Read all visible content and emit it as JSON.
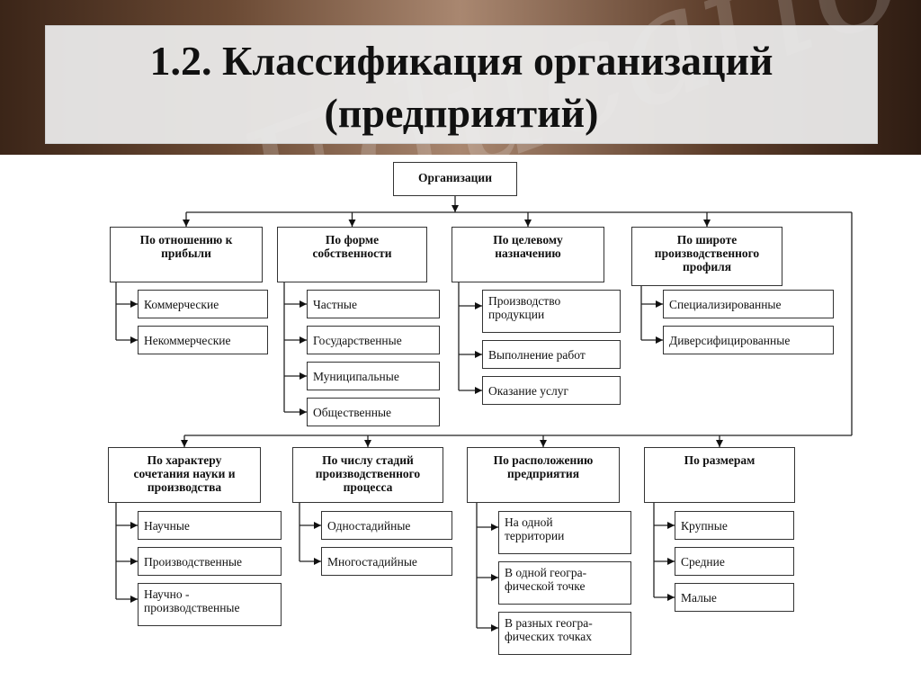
{
  "title": {
    "line1": "1.2. Классификация организаций",
    "line2": "(предприятий)",
    "watermark": "Education"
  },
  "root": {
    "label": "Организации"
  },
  "categories": [
    {
      "title": [
        "По отношению к",
        "прибыли"
      ],
      "items": [
        [
          "Коммерческие"
        ],
        [
          "Некоммерческие"
        ]
      ]
    },
    {
      "title": [
        "По форме",
        "собственности"
      ],
      "items": [
        [
          "Частные"
        ],
        [
          "Государственные"
        ],
        [
          "Муниципальные"
        ],
        [
          "Общественные"
        ]
      ]
    },
    {
      "title": [
        "По целевому",
        "назначению"
      ],
      "items": [
        [
          "Производство",
          "продукции"
        ],
        [
          "Выполнение работ"
        ],
        [
          "Оказание услуг"
        ]
      ]
    },
    {
      "title": [
        "По широте",
        "производственного",
        "профиля"
      ],
      "items": [
        [
          "Специализированные"
        ],
        [
          "Диверсифицированные"
        ]
      ]
    },
    {
      "title": [
        "По характеру",
        "сочетания науки и",
        "производства"
      ],
      "items": [
        [
          "Научные"
        ],
        [
          "Производственные"
        ],
        [
          "Научно -",
          "производственные"
        ]
      ]
    },
    {
      "title": [
        "По числу стадий",
        "производственного",
        "процесса"
      ],
      "items": [
        [
          "Одностадийные"
        ],
        [
          "Многостадийные"
        ]
      ]
    },
    {
      "title": [
        "По расположению",
        "предприятия"
      ],
      "items": [
        [
          "На одной",
          "территории"
        ],
        [
          "В одной геогра-",
          "фической точке"
        ],
        [
          "В разных геогра-",
          "фических точках"
        ]
      ]
    },
    {
      "title": [
        "По размерам"
      ],
      "items": [
        [
          "Крупные"
        ],
        [
          "Средние"
        ],
        [
          "Малые"
        ]
      ]
    }
  ]
}
